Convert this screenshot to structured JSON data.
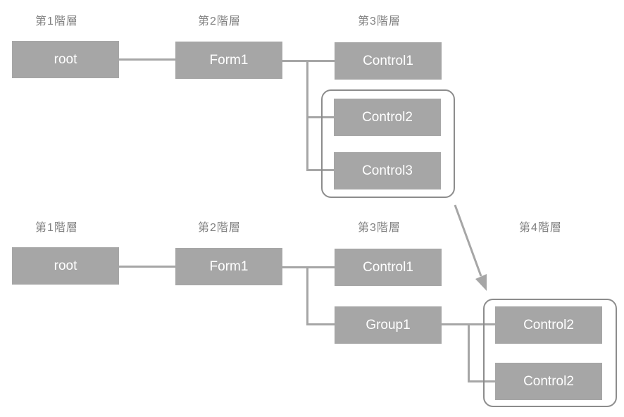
{
  "colors": {
    "node_fill": "#a6a6a6",
    "node_text": "#ffffff",
    "connector": "#a6a6a6",
    "label_text": "#808080",
    "group_border": "#8c8c8c",
    "arrow": "#a6a6a6"
  },
  "top_diagram": {
    "level_labels": [
      "第1階層",
      "第2階層",
      "第3階層"
    ],
    "nodes": {
      "root": "root",
      "form1": "Form1",
      "control1": "Control1",
      "control2": "Control2",
      "control3": "Control3"
    }
  },
  "bottom_diagram": {
    "level_labels": [
      "第1階層",
      "第2階層",
      "第3階層",
      "第4階層"
    ],
    "nodes": {
      "root": "root",
      "form1": "Form1",
      "control1": "Control1",
      "group1": "Group1",
      "control2_first": "Control2",
      "control2_second": "Control2"
    }
  }
}
